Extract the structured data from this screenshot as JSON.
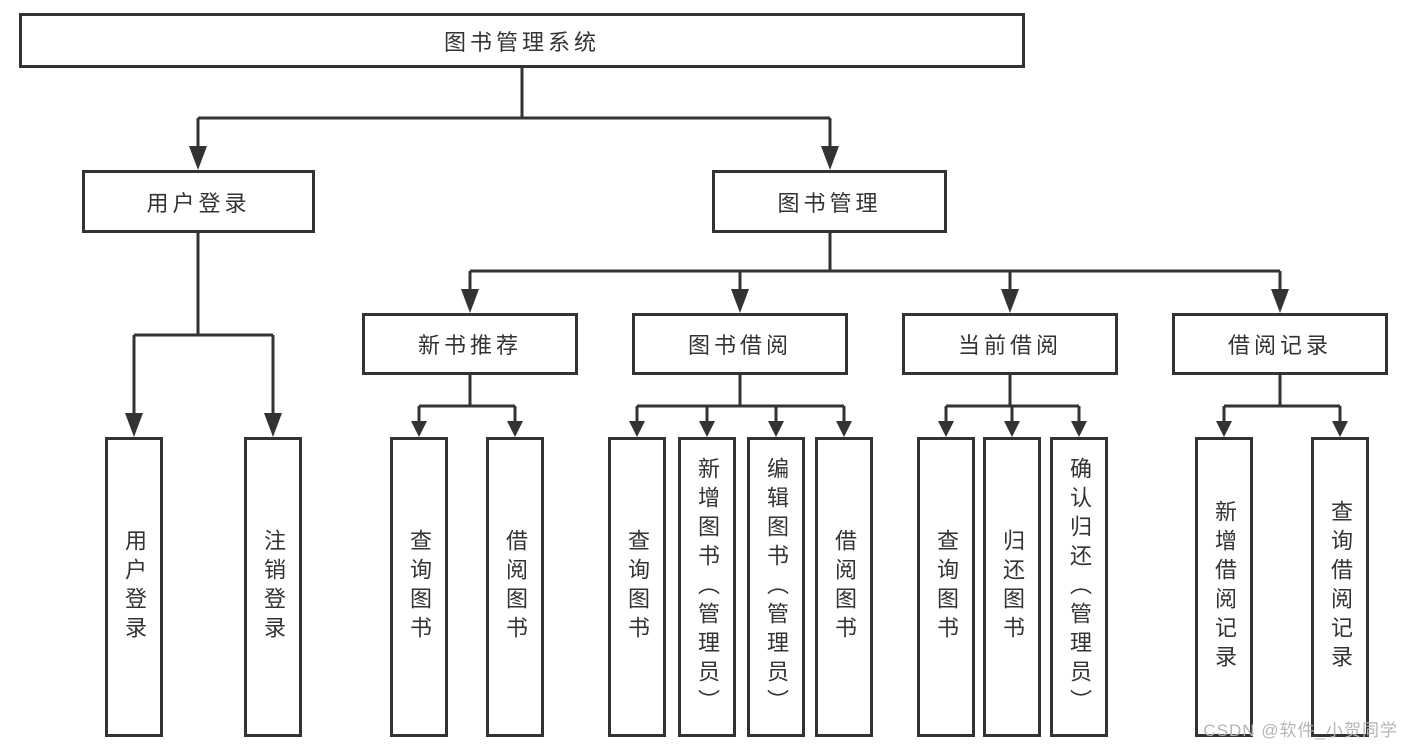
{
  "diagram": {
    "root": {
      "label": "图书管理系统"
    },
    "branches": [
      {
        "label": "用户登录",
        "leaves": [
          {
            "label": "用户登录"
          },
          {
            "label": "注销登录"
          }
        ]
      },
      {
        "label": "图书管理",
        "modules": [
          {
            "label": "新书推荐",
            "leaves": [
              {
                "label": "查询图书"
              },
              {
                "label": "借阅图书"
              }
            ]
          },
          {
            "label": "图书借阅",
            "leaves": [
              {
                "label": "查询图书"
              },
              {
                "label": "新增图书（管理员）"
              },
              {
                "label": "编辑图书（管理员）"
              },
              {
                "label": "借阅图书"
              }
            ]
          },
          {
            "label": "当前借阅",
            "leaves": [
              {
                "label": "查询图书"
              },
              {
                "label": "归还图书"
              },
              {
                "label": "确认归还（管理员）"
              }
            ]
          },
          {
            "label": "借阅记录",
            "leaves": [
              {
                "label": "新增借阅记录"
              },
              {
                "label": "查询借阅记录"
              }
            ]
          }
        ]
      }
    ]
  },
  "watermark": {
    "text": "CSDN @软件_小贺同学"
  },
  "colors": {
    "line": "#333333",
    "text": "#333333",
    "box_background": "#ffffff",
    "page_background": "#ffffff",
    "watermark": "#b5b5b5"
  }
}
